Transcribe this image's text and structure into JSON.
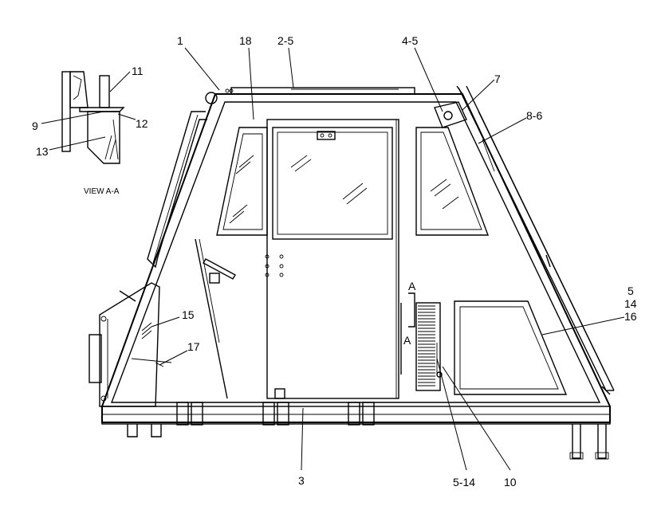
{
  "diagram": {
    "view_caption": "VIEW A-A",
    "section_marker": "A",
    "callouts": [
      {
        "id": "c1",
        "text": "1"
      },
      {
        "id": "c18",
        "text": "18"
      },
      {
        "id": "c2-5",
        "text": "2-5"
      },
      {
        "id": "c4-5",
        "text": "4-5"
      },
      {
        "id": "c7",
        "text": "7"
      },
      {
        "id": "c8-6",
        "text": "8-6"
      },
      {
        "id": "c11",
        "text": "11"
      },
      {
        "id": "c9",
        "text": "9"
      },
      {
        "id": "c12",
        "text": "12"
      },
      {
        "id": "c13",
        "text": "13"
      },
      {
        "id": "c5",
        "text": "5"
      },
      {
        "id": "c14",
        "text": "14"
      },
      {
        "id": "c16",
        "text": "16"
      },
      {
        "id": "c15",
        "text": "15"
      },
      {
        "id": "c17",
        "text": "17"
      },
      {
        "id": "c3",
        "text": "3"
      },
      {
        "id": "c5-14",
        "text": "5-14"
      },
      {
        "id": "c10",
        "text": "10"
      }
    ]
  }
}
